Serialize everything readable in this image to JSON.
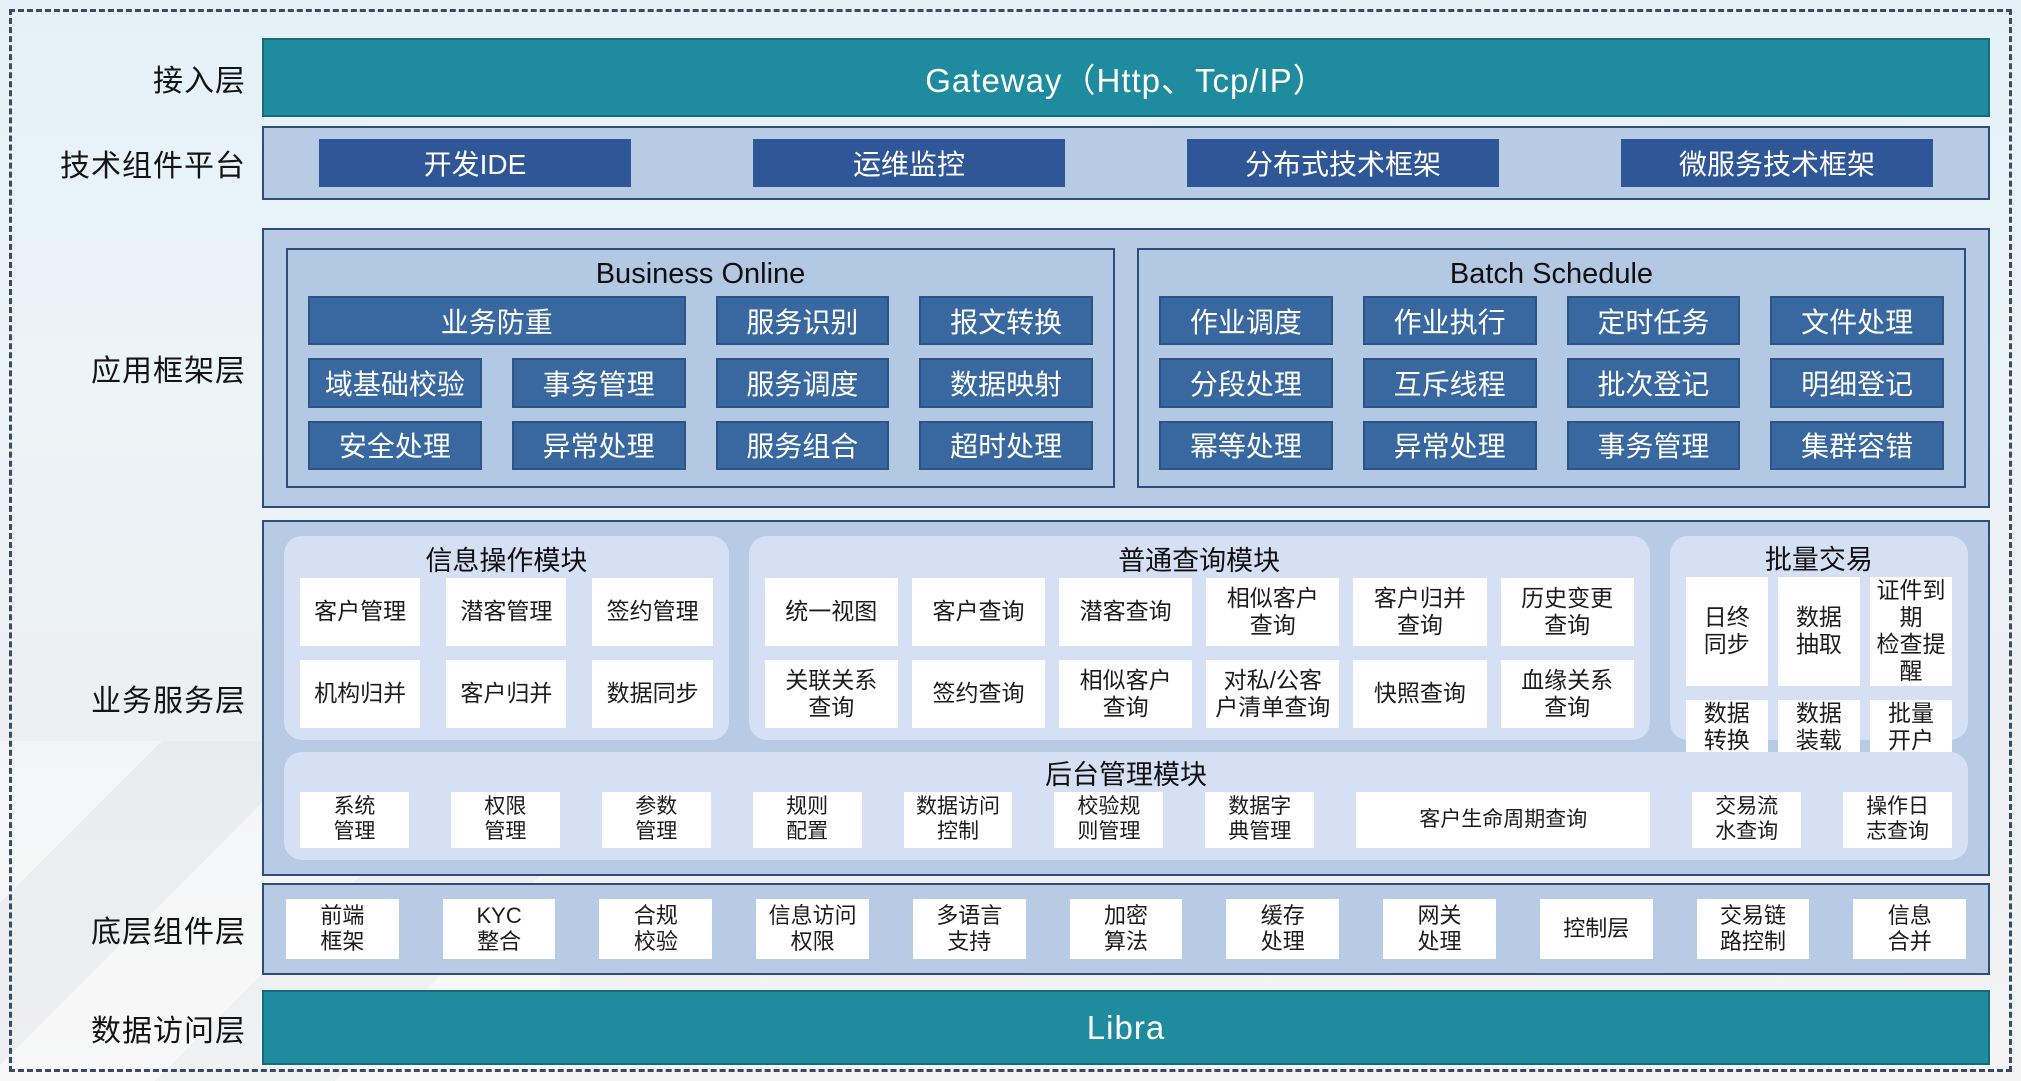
{
  "colors": {
    "teal_bar": "#1e8b9f",
    "container_blue": "#b7cbe4",
    "navy_border": "#2e4d7b",
    "dark_button": "#2f5696",
    "mid_button": "#38689f",
    "module_panel": "#d6e0f4"
  },
  "access_layer": {
    "label": "接入层",
    "gateway": "Gateway（Http、Tcp/IP）"
  },
  "tech_platform": {
    "label": "技术组件平台",
    "items": [
      "开发IDE",
      "运维监控",
      "分布式技术框架",
      "微服务技术框架"
    ]
  },
  "app_framework": {
    "label": "应用框架层",
    "business_online": {
      "title": "Business Online",
      "row1": [
        "业务防重",
        "服务识别",
        "报文转换"
      ],
      "row2": [
        "域基础校验",
        "事务管理",
        "服务调度",
        "数据映射"
      ],
      "row3": [
        "安全处理",
        "异常处理",
        "服务组合",
        "超时处理"
      ]
    },
    "batch_schedule": {
      "title": "Batch Schedule",
      "row1": [
        "作业调度",
        "作业执行",
        "定时任务",
        "文件处理"
      ],
      "row2": [
        "分段处理",
        "互斥线程",
        "批次登记",
        "明细登记"
      ],
      "row3": [
        "幂等处理",
        "异常处理",
        "事务管理",
        "集群容错"
      ]
    }
  },
  "business_service": {
    "label": "业务服务层",
    "info_module": {
      "title": "信息操作模块",
      "items": [
        "客户管理",
        "潜客管理",
        "签约管理",
        "机构归并",
        "客户归并",
        "数据同步"
      ]
    },
    "query_module": {
      "title": "普通查询模块",
      "items": [
        "统一视图",
        "客户查询",
        "潜客查询",
        "相似客户\n查询",
        "客户归并\n查询",
        "历史变更\n查询",
        "关联关系\n查询",
        "签约查询",
        "相似客户\n查询",
        "对私/公客\n户清单查询",
        "快照查询",
        "血缘关系\n查询"
      ]
    },
    "batch_module": {
      "title": "批量交易",
      "items": [
        "日终\n同步",
        "数据\n抽取",
        "证件到期\n检查提醒",
        "数据\n转换",
        "数据\n装载",
        "批量\n开户"
      ]
    },
    "admin_module": {
      "title": "后台管理模块",
      "items": [
        "系统\n管理",
        "权限\n管理",
        "参数\n管理",
        "规则\n配置",
        "数据访问\n控制",
        "校验规\n则管理",
        "数据字\n典管理",
        "客户生命周期查询",
        "交易流\n水查询",
        "操作日\n志查询"
      ]
    }
  },
  "base_components": {
    "label": "底层组件层",
    "items": [
      "前端\n框架",
      "KYC\n整合",
      "合规\n校验",
      "信息访问\n权限",
      "多语言\n支持",
      "加密\n算法",
      "缓存\n处理",
      "网关\n处理",
      "控制层",
      "交易链\n路控制",
      "信息\n合并"
    ]
  },
  "data_access_layer": {
    "label": "数据访问层",
    "bar": "Libra"
  }
}
